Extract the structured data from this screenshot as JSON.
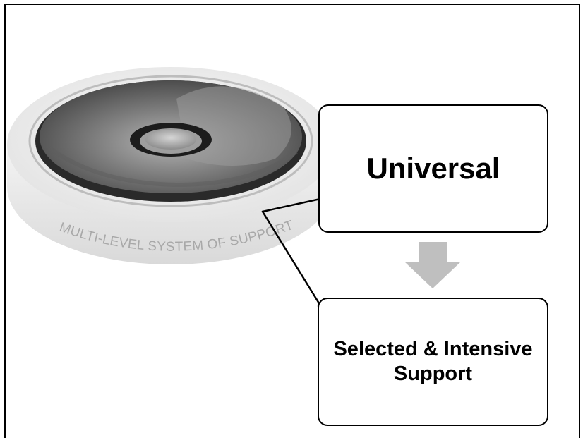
{
  "ring": {
    "label": "MULTI-LEVEL SYSTEM OF SUPPORT"
  },
  "tiers": {
    "top": "Universal",
    "bottom": "Selected & Intensive Support"
  },
  "colors": {
    "flow_arrow": "#bfbfbf",
    "outline": "#000000"
  }
}
